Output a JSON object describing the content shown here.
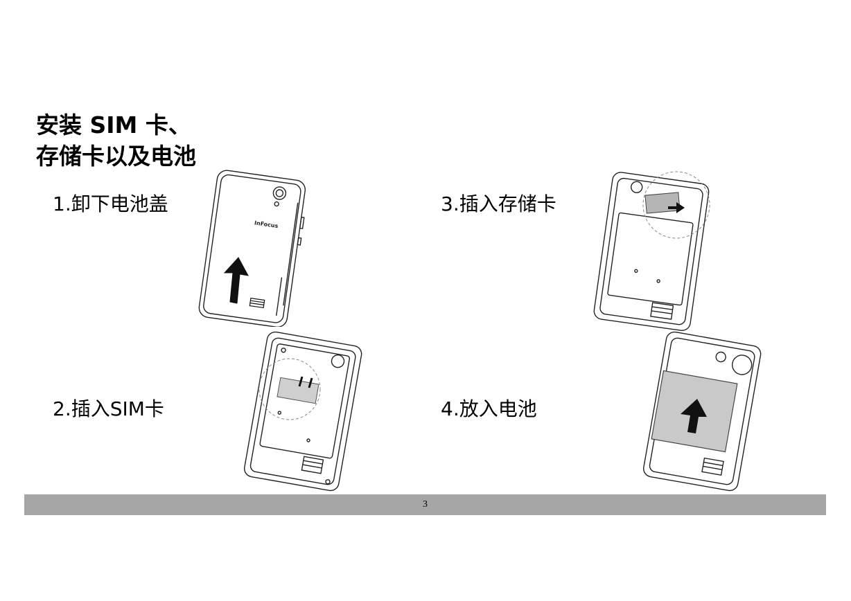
{
  "title": {
    "line1": "安装 SIM 卡、",
    "line2": "存储卡以及电池"
  },
  "steps": [
    {
      "label": "1.卸下电池盖"
    },
    {
      "label": "2.插入SIM卡"
    },
    {
      "label": "3.插入存储卡"
    },
    {
      "label": "4.放入电池"
    }
  ],
  "illustration": {
    "brand": "InFocus"
  },
  "footer": {
    "page_number": "3"
  }
}
